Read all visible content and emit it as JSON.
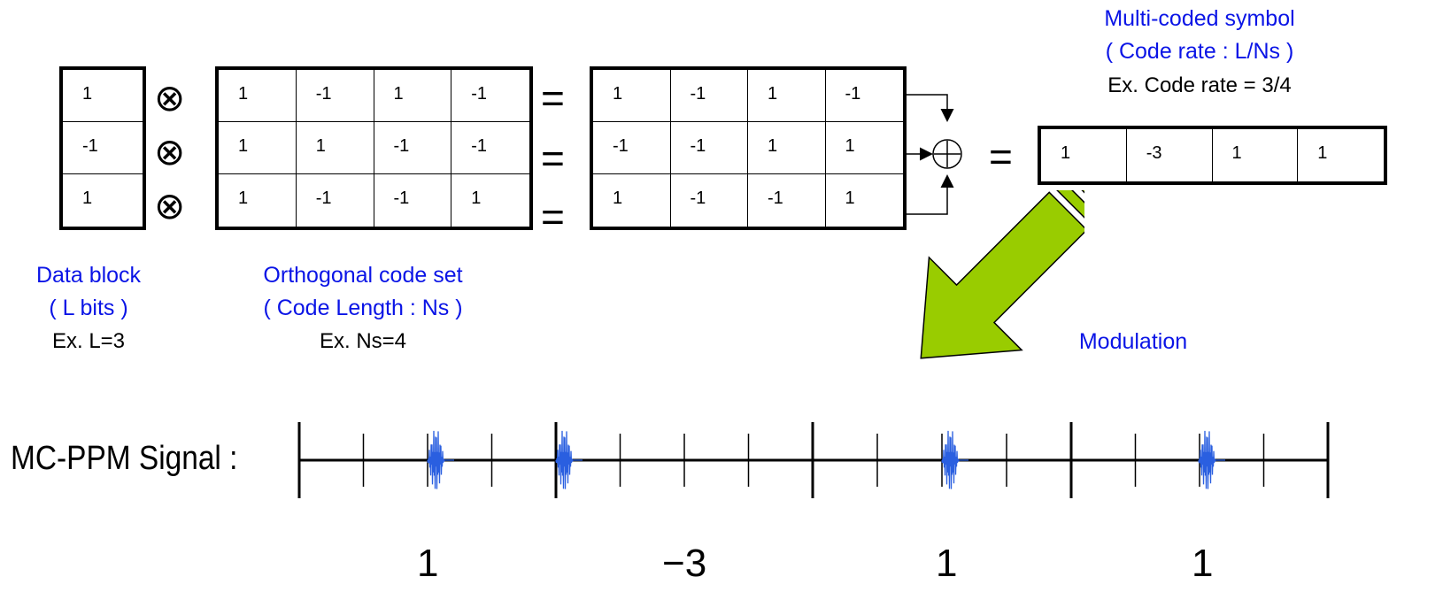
{
  "data_block": {
    "values": [
      "1",
      "-1",
      "1"
    ],
    "title": "Data block",
    "subtitle": "( L bits )",
    "example": "Ex. L=3"
  },
  "operators": {
    "multiply": "⊗",
    "equals": "=",
    "plus": "+"
  },
  "code_set": {
    "rows": [
      [
        "1",
        "-1",
        "1",
        "-1"
      ],
      [
        "1",
        "1",
        "-1",
        "-1"
      ],
      [
        "1",
        "-1",
        "-1",
        "1"
      ]
    ],
    "title": "Orthogonal code set",
    "subtitle": "( Code Length : Ns )",
    "example": "Ex. Ns=4"
  },
  "product": {
    "rows": [
      [
        "1",
        "-1",
        "1",
        "-1"
      ],
      [
        "-1",
        "-1",
        "1",
        "1"
      ],
      [
        "1",
        "-1",
        "-1",
        "1"
      ]
    ]
  },
  "symbol": {
    "values": [
      "1",
      "-3",
      "1",
      "1"
    ],
    "title": "Multi-coded symbol",
    "subtitle": "( Code rate : L/Ns )",
    "example": "Ex. Code rate = 3/4"
  },
  "modulation_label": "Modulation",
  "signal": {
    "label": "MC-PPM Signal :",
    "symbol_values": [
      "1",
      "−3",
      "1",
      "1"
    ],
    "pulse_color": "#2a5fe0"
  },
  "colors": {
    "label_blue": "#0a14e6",
    "arrow_green": "#99cc00"
  }
}
